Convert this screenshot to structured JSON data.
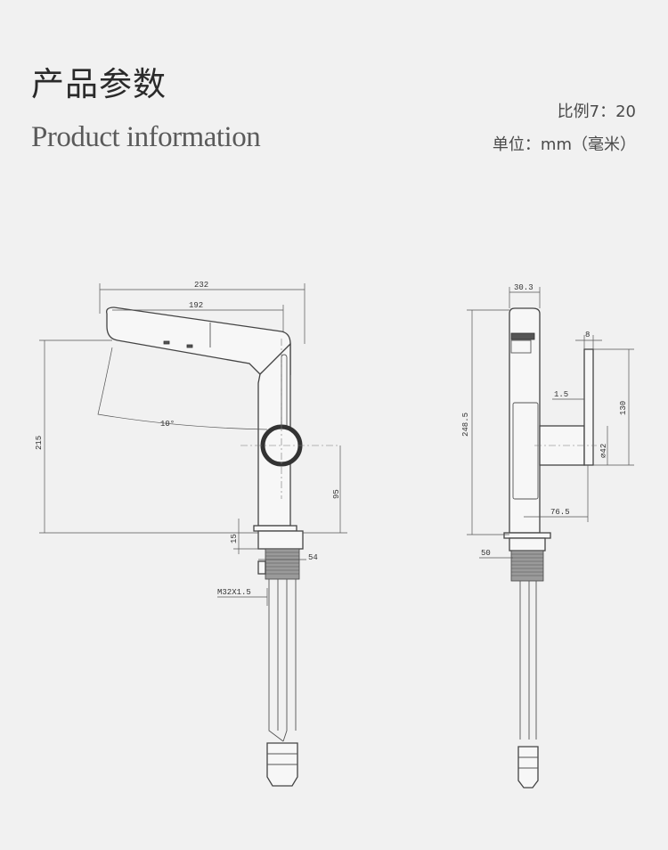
{
  "header": {
    "title_cn": "产品参数",
    "title_en": "Product information",
    "scale_label": "比例7：20",
    "unit_label": "单位：mm（毫米）"
  },
  "dimensions": {
    "front": {
      "overall_length": "232",
      "spout_length": "192",
      "height": "215",
      "angle": "10°",
      "handle_height": "95",
      "base_height": "15",
      "base_width": "54",
      "thread": "M32X1.5"
    },
    "side": {
      "top_width": "30.3",
      "handle_thickness": "8",
      "total_height": "248.5",
      "gap": "1.5",
      "handle_height": "130",
      "diameter": "⌀42",
      "depth": "76.5",
      "base_width": "50"
    }
  }
}
